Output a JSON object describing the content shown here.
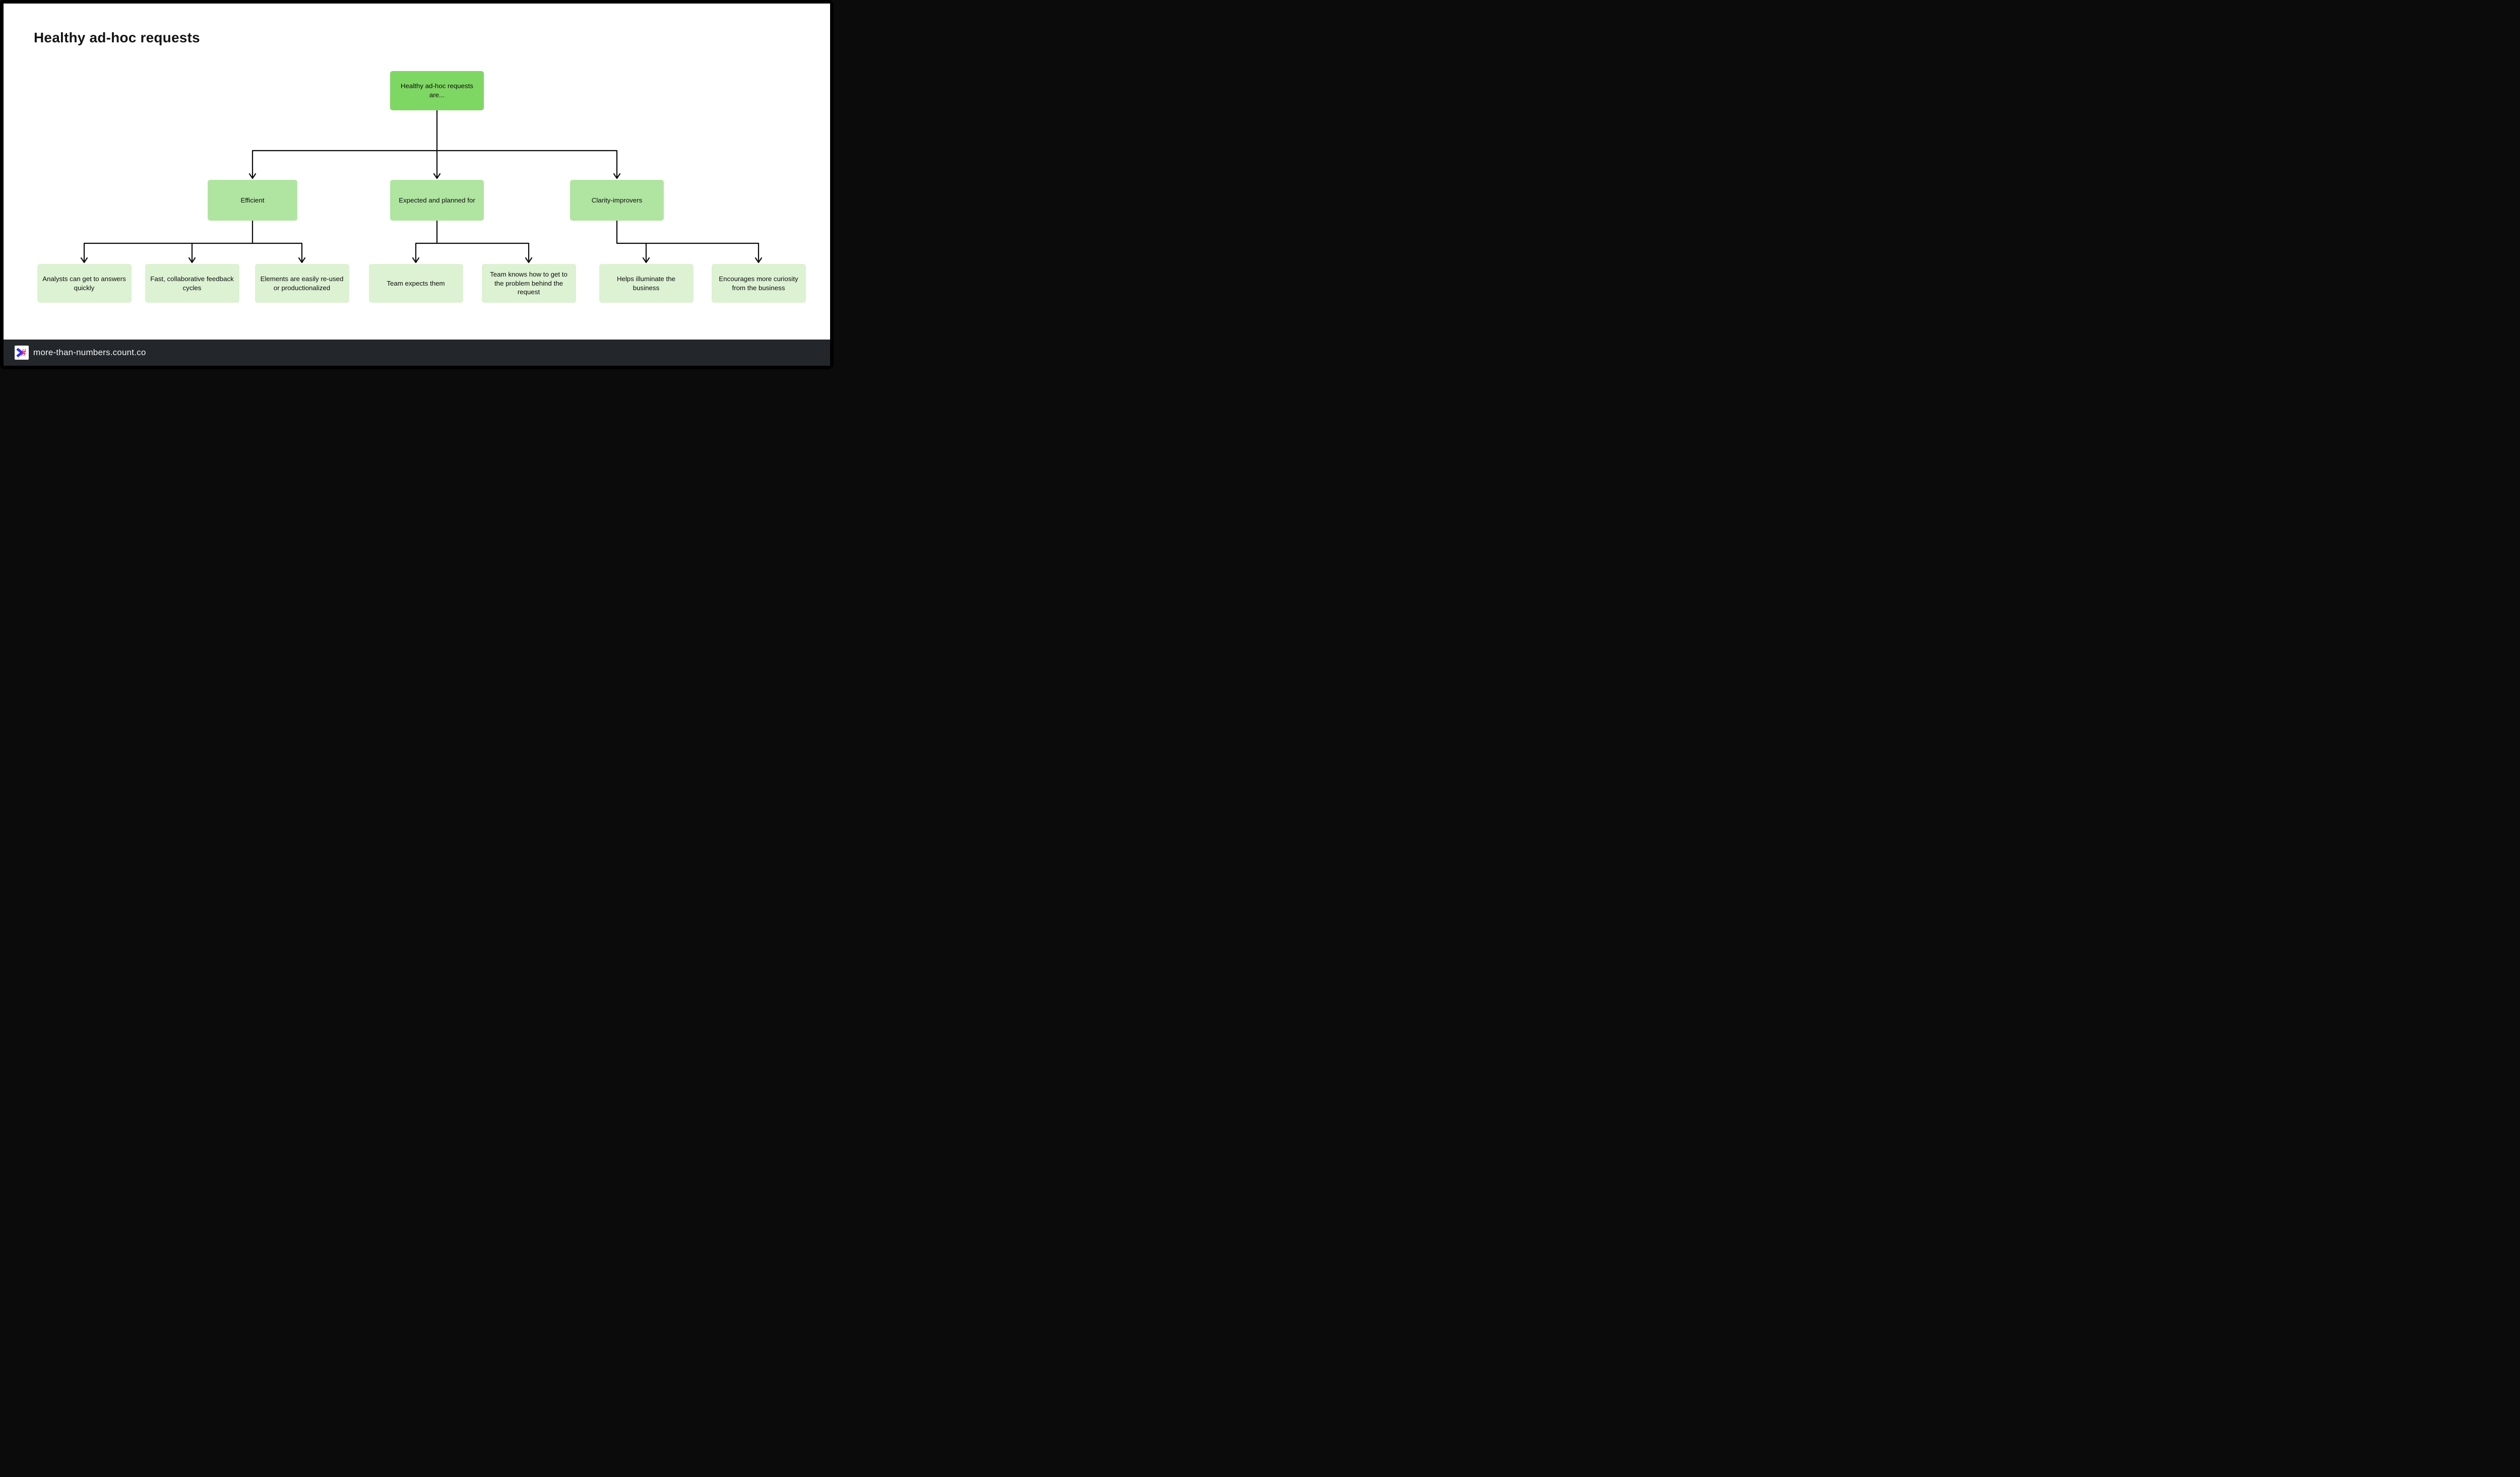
{
  "title": "Healthy ad-hoc requests",
  "colors": {
    "frame-bg": "#000000",
    "canvas-bg": "#FFFFFF",
    "text": "#141414",
    "line": "#0A0A0A",
    "root-green": "#7FD763",
    "category-green": "#B0E5A1",
    "leaf-green": "#DCF2D3",
    "footer-bg": "#23272B",
    "footer-text": "#F2F3F4",
    "logo-blue": "#3434F0",
    "logo-pink": "#EB1272"
  },
  "diagram": {
    "root": {
      "id": "root",
      "label": "Healthy ad-hoc requests are..."
    },
    "categories": [
      {
        "id": "efficient",
        "label": "Efficient",
        "children": [
          {
            "id": "leaf-answers",
            "label": "Analysts can get to answers quickly"
          },
          {
            "id": "leaf-feedback",
            "label": "Fast, collaborative feedback cycles"
          },
          {
            "id": "leaf-reused",
            "label": "Elements are easily re-used or productionalized"
          }
        ]
      },
      {
        "id": "expected",
        "label": "Expected and planned for",
        "children": [
          {
            "id": "leaf-expects",
            "label": "Team expects them"
          },
          {
            "id": "leaf-problem",
            "label": "Team knows how to get to the problem behind the request"
          }
        ]
      },
      {
        "id": "clarity",
        "label": "Clarity-improvers",
        "children": [
          {
            "id": "leaf-illuminate",
            "label": "Helps illuminate the business"
          },
          {
            "id": "leaf-curiosity",
            "label": "Encourages more curiosity from the business"
          }
        ]
      }
    ]
  },
  "footer": {
    "url": "more-than-numbers.count.co",
    "logo_hash": "#",
    "logo_icons": [
      "chevron-right-icon",
      "hash-icon"
    ]
  }
}
